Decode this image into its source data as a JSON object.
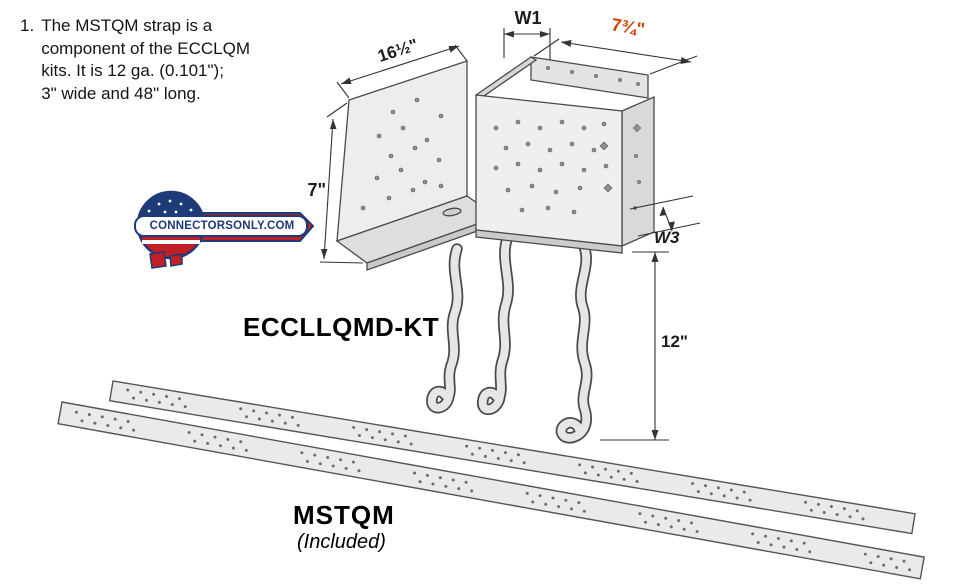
{
  "note": {
    "number": "1.",
    "lines": [
      "The MSTQM strap is a",
      "component of the ECCLQM",
      "kits. It is 12 ga. (0.101\");",
      "3\" wide and 48\" long."
    ]
  },
  "dimensions": {
    "top_width": "16½\"",
    "w1": "W1",
    "right_width": "7¾\"",
    "side_height": "7\"",
    "w3": "W3",
    "strap_drop": "12\""
  },
  "labels": {
    "kit_name": "ECCLLQMD-KT",
    "strap_name": "MSTQM",
    "strap_note": "(Included)"
  },
  "logo": {
    "text": "CONNECTORSONLY.COM"
  },
  "colors": {
    "dimension_accent": "#d04000",
    "metal_light": "#efefef",
    "metal_mid": "#dedede",
    "metal_dark": "#c9c9c9",
    "outline": "#4a4a4a",
    "logo_navy": "#1e3a78",
    "logo_red": "#c02025"
  }
}
